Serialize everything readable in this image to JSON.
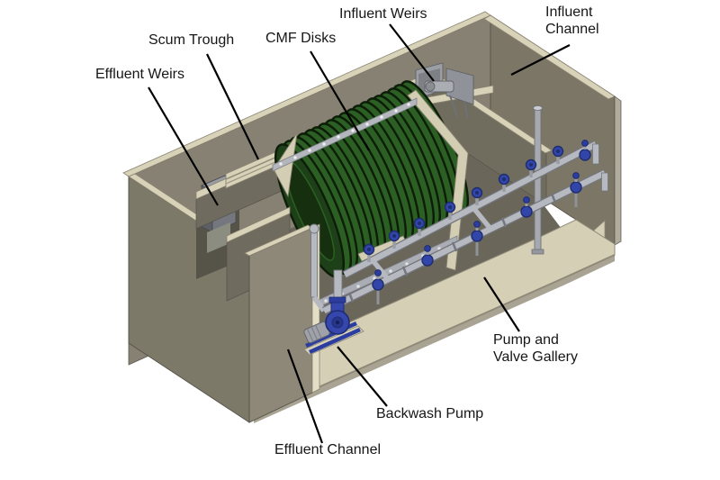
{
  "diagram": {
    "type": "isometric-cutaway",
    "labels": {
      "influent_weirs": {
        "text": "Influent Weirs"
      },
      "influent_channel": {
        "text": "Influent\nChannel"
      },
      "scum_trough": {
        "text": "Scum Trough"
      },
      "cmf_disks": {
        "text": "CMF Disks"
      },
      "effluent_weirs": {
        "text": "Effluent Weirs"
      },
      "pump_valve_gallery": {
        "text": "Pump and\nValve Gallery"
      },
      "backwash_pump": {
        "text": "Backwash Pump"
      },
      "effluent_channel": {
        "text": "Effluent Channel"
      }
    },
    "colors": {
      "background": "#ffffff",
      "wall_back": "#868172",
      "wall_right": "#7b7666",
      "wall_left_end": "#7d7969",
      "wall_front_left": "#8d8878",
      "wall_inner_dark": "#6f6b5e",
      "interior_shadow": "#6a665a",
      "edge_cream": "#d8d2b9",
      "cut_face_cream": "#e4dec7",
      "floor_cream": "#d5cfb6",
      "disk_green": "#2b5f23",
      "disk_gap_dark": "#0d1d08",
      "disk_face": "#1e4018",
      "frame_tan": "#d3cdb4",
      "rail_gray": "#b3b6bc",
      "pipe_gray": "#b6b9bf",
      "valve_blue": "#3245a8",
      "pump_blue": "#3547ac",
      "equipment_gray": "#9b9ea4",
      "leader_black": "#000000",
      "label_text": "#161616"
    }
  }
}
